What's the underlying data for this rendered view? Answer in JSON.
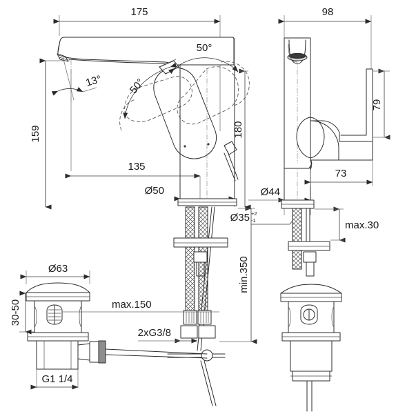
{
  "drawing": {
    "title": "Basin mixer tap technical dimension drawing",
    "units": "mm",
    "line_color": "#2b2b2b",
    "text_color": "#1a1a1a",
    "background": "#ffffff"
  },
  "views": {
    "front": {
      "name": "front-elevation-view"
    },
    "side": {
      "name": "side-elevation-view"
    },
    "waste_left": {
      "name": "pop-up-waste-section-view"
    },
    "waste_right": {
      "name": "pop-up-waste-assembly-view"
    }
  },
  "dimensions": {
    "spout_reach_total": "175",
    "spout_reach_inner": "135",
    "height_total": "159",
    "height_lever": "180",
    "body_diameter": "Ø50",
    "side_depth": "98",
    "side_lever_offset": "73",
    "side_lever_height": "79",
    "base_diameter": "Ø44",
    "hole_diameter": "Ø35",
    "hole_tol_plus": "+2",
    "hole_tol_minus": "-1",
    "deck_thickness": "max.30",
    "hose_length": "min.350",
    "waste_flange_diameter": "Ø63",
    "waste_thread": "G1 1/4",
    "waste_deck_range": "30-50",
    "waste_rod_length": "max.150",
    "supply_connection": "2xG3/8",
    "angle_spout": "13°",
    "angle_lever_left": "50°",
    "angle_lever_right": "50°"
  },
  "labels": [
    {
      "id": "dim-175",
      "text": "175"
    },
    {
      "id": "dim-50deg-right",
      "text": "50°"
    },
    {
      "id": "dim-50deg-left",
      "text": "50°"
    },
    {
      "id": "dim-13deg",
      "text": "13°"
    },
    {
      "id": "dim-159",
      "text": "159"
    },
    {
      "id": "dim-180",
      "text": "180"
    },
    {
      "id": "dim-135",
      "text": "135"
    },
    {
      "id": "dim-d50",
      "text": "Ø50"
    },
    {
      "id": "dim-98",
      "text": "98"
    },
    {
      "id": "dim-79",
      "text": "79"
    },
    {
      "id": "dim-73",
      "text": "73"
    },
    {
      "id": "dim-d44",
      "text": "Ø44"
    },
    {
      "id": "dim-d35",
      "text": "Ø35"
    },
    {
      "id": "dim-max30",
      "text": "max.30"
    },
    {
      "id": "dim-min350",
      "text": "min.350"
    },
    {
      "id": "dim-d63",
      "text": "Ø63"
    },
    {
      "id": "dim-3050",
      "text": "30-50"
    },
    {
      "id": "dim-max150",
      "text": "max.150"
    },
    {
      "id": "dim-2xg38",
      "text": "2xG3/8"
    },
    {
      "id": "dim-g114",
      "text": "G1 1/4"
    }
  ]
}
